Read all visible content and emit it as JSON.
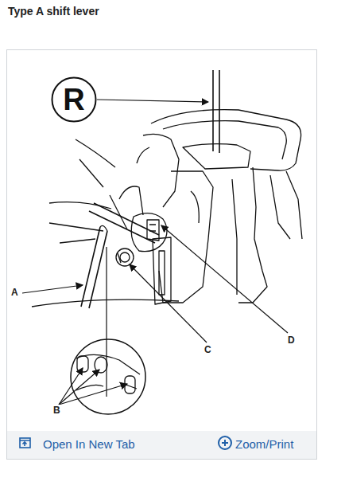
{
  "diagram": {
    "title": "Type A shift lever",
    "nodes": [
      {
        "text": [
          "R"
        ]
      }
    ],
    "labels": [
      "A",
      "B",
      "C",
      "D",
      "Open In New Tab",
      "Zoom/Print"
    ]
  }
}
